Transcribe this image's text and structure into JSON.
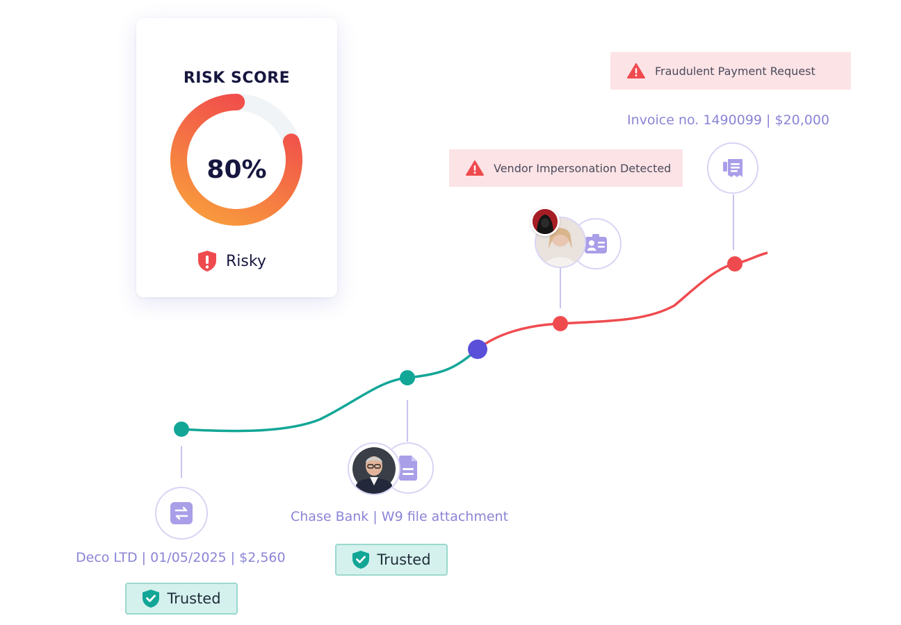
{
  "risk_card": {
    "title": "RISK SCORE",
    "score_label": "80%",
    "score": 0.8,
    "status": "Risky",
    "status_icon": "shield-exclamation-icon"
  },
  "alerts": [
    {
      "text": "Fraudulent Payment Request",
      "icon": "warning-triangle-icon"
    },
    {
      "text": "Vendor Impersonation Detected",
      "icon": "warning-triangle-icon"
    }
  ],
  "events": [
    {
      "caption": "Deco LTD | 01/05/2025 | $2,560",
      "icon": "transfer-arrows-icon",
      "badge": "Trusted",
      "state": "trusted"
    },
    {
      "caption": "Chase Bank | W9 file attachment",
      "icons": [
        "person-avatar",
        "document-icon"
      ],
      "badge": "Trusted",
      "state": "trusted"
    },
    {
      "icons": [
        "hacker-avatar",
        "person-avatar",
        "id-card-icon"
      ],
      "state": "risky"
    },
    {
      "caption": "Invoice no. 1490099 | $20,000",
      "icon": "receipt-icon",
      "state": "risky"
    }
  ],
  "colors": {
    "trusted": "#12a697",
    "risky": "#ef4b4f",
    "accent": "#5a4fd8",
    "icon": "#a99ee8",
    "alert_bg": "#fce3e6",
    "badge_bg": "#d5f1ed"
  }
}
